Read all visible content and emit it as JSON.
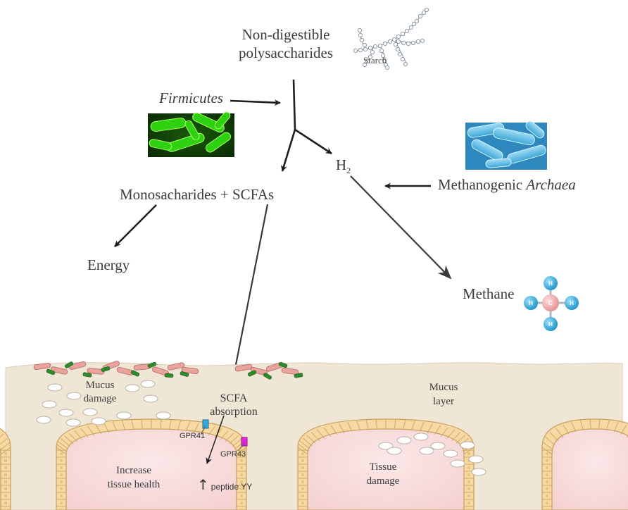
{
  "diagram": {
    "source_line1": "Non-digestible",
    "source_line2": "polysaccharides",
    "starch_label": "Starch",
    "firmicutes": "Firmicutes",
    "h2_base": "H",
    "h2_sub": "2",
    "monosaccharides": "Monosacharides + SCFAs",
    "methanogenic_prefix": "Methanogenic ",
    "methanogenic_genus": "Archaea",
    "energy": "Energy",
    "methane": "Methane",
    "atom_h": "H",
    "atom_c": "C",
    "mucus_damage_line1": "Mucus",
    "mucus_damage_line2": "damage",
    "scfa_line1": "SCFA",
    "scfa_line2": "absorption",
    "mucus_layer_line1": "Mucus",
    "mucus_layer_line2": "layer",
    "gpr41": "GPR41",
    "gpr43": "GPR43",
    "tissue_health_line1": "Increase",
    "tissue_health_line2": "tissue health",
    "peptide_arrow": "↑",
    "peptide_yy": "peptide YY",
    "tissue_damage_line1": "Tissue",
    "tissue_damage_line2": "damage"
  },
  "colors": {
    "arrow": "#1e1e1e",
    "mucus": "#f0e6d6",
    "tissue": "#f9e2e2",
    "epithelium": "#f6d9a3",
    "firmicutes_green": "#3bd617",
    "archaea_blue": "#43b3e6",
    "methane_h": "#2ba8dd",
    "methane_c": "#f2a3a3"
  }
}
